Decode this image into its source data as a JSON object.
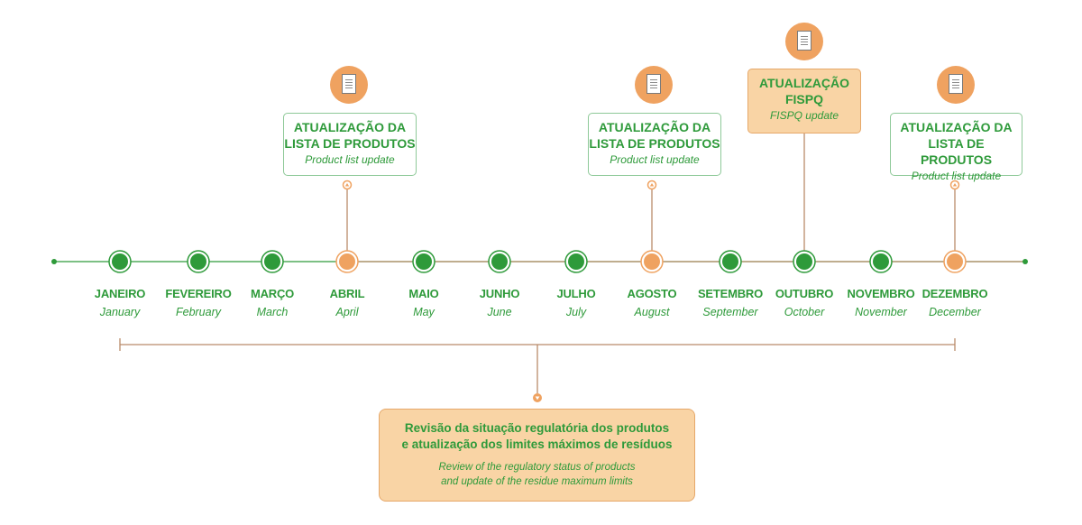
{
  "months": [
    {
      "pt": "JANEIRO",
      "en": "January",
      "status": "green"
    },
    {
      "pt": "FEVEREIRO",
      "en": "February",
      "status": "green"
    },
    {
      "pt": "MARÇO",
      "en": "March",
      "status": "green"
    },
    {
      "pt": "ABRIL",
      "en": "April",
      "status": "orange"
    },
    {
      "pt": "MAIO",
      "en": "May",
      "status": "green"
    },
    {
      "pt": "JUNHO",
      "en": "June",
      "status": "green"
    },
    {
      "pt": "JULHO",
      "en": "July",
      "status": "green"
    },
    {
      "pt": "AGOSTO",
      "en": "August",
      "status": "orange"
    },
    {
      "pt": "SETEMBRO",
      "en": "September",
      "status": "green"
    },
    {
      "pt": "OUTUBRO",
      "en": "October",
      "status": "green"
    },
    {
      "pt": "NOVEMBRO",
      "en": "November",
      "status": "green"
    },
    {
      "pt": "DEZEMBRO",
      "en": "December",
      "status": "orange"
    }
  ],
  "events": {
    "april": {
      "title_line1": "ATUALIZAÇÃO DA",
      "title_line2": "LISTA DE PRODUTOS",
      "subtitle": "Product list update",
      "icon": "document-icon"
    },
    "august": {
      "title_line1": "ATUALIZAÇÃO DA",
      "title_line2": "LISTA DE PRODUTOS",
      "subtitle": "Product list update",
      "icon": "document-icon"
    },
    "october": {
      "title_line1": "ATUALIZAÇÃO",
      "title_line2": "FISPQ",
      "subtitle": "FISPQ update",
      "icon": "document-icon"
    },
    "december": {
      "title_line1": "ATUALIZAÇÃO DA",
      "title_line2": "LISTA DE PRODUTOS",
      "subtitle": "Product list update",
      "icon": "document-icon"
    }
  },
  "annual_review": {
    "title_line1": "Revisão da situação regulatória dos produtos",
    "title_line2": "e atualização dos limites máximos de resíduos",
    "subtitle_line1": "Review of the regulatory status of products",
    "subtitle_line2": "and update of the residue maximum limits"
  },
  "colors": {
    "green": "#2e9a3a",
    "orange": "#efa260",
    "line_brown": "#b98b6a",
    "box_fill": "#f9d4a5"
  }
}
